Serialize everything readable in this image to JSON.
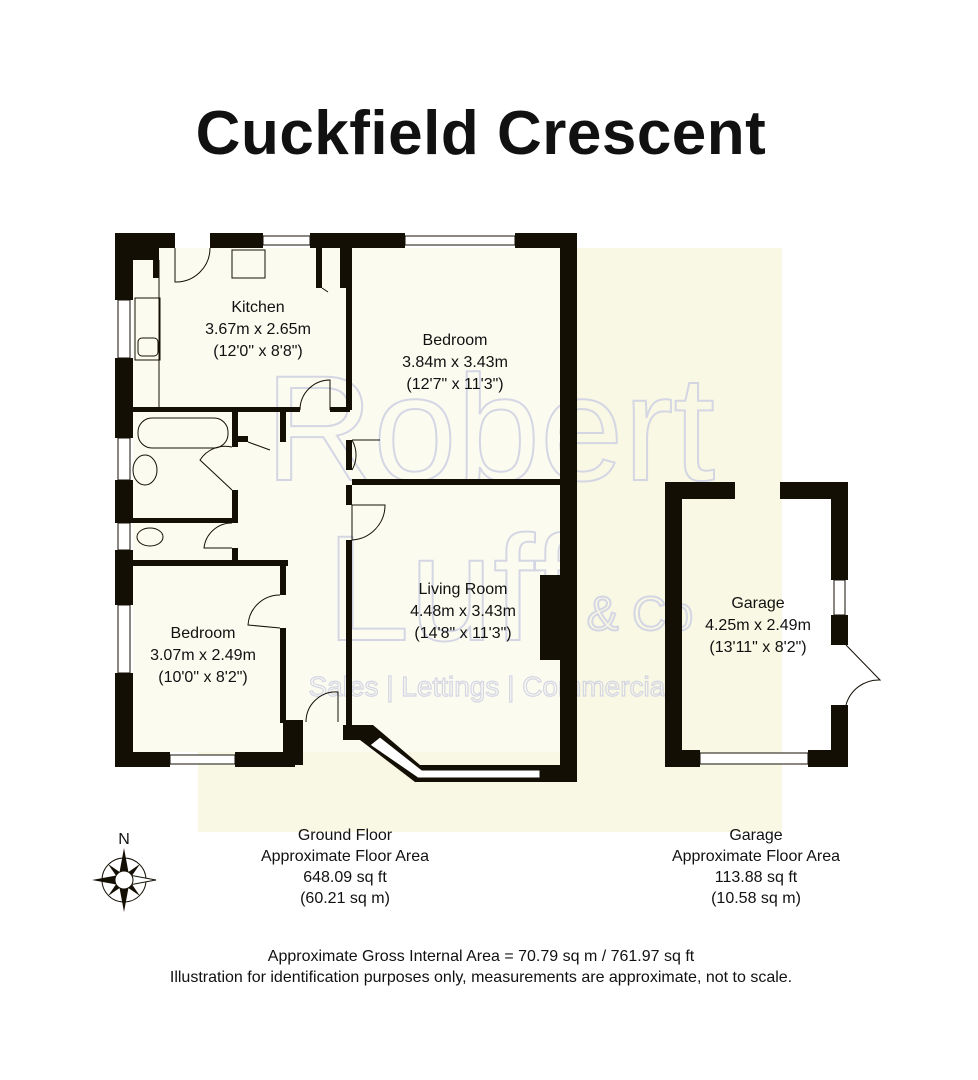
{
  "title": "Cuckfield Crescent",
  "watermark": {
    "line1": "Robert",
    "line2": "Luff",
    "amp": "& Co",
    "tagline": "Sales | Lettings | Commercial"
  },
  "rooms": [
    {
      "name": "Kitchen",
      "metric": "3.67m x 2.65m",
      "imperial": "(12'0\" x 8'8\")"
    },
    {
      "name": "Bedroom",
      "metric": "3.84m x 3.43m",
      "imperial": "(12'7\" x 11'3\")"
    },
    {
      "name": "Living Room",
      "metric": "4.48m x 3.43m",
      "imperial": "(14'8\" x 11'3\")"
    },
    {
      "name": "Bedroom",
      "metric": "3.07m x 2.49m",
      "imperial": "(10'0\" x 8'2\")"
    },
    {
      "name": "Garage",
      "metric": "4.25m x 2.49m",
      "imperial": "(13'11\" x 8'2\")"
    }
  ],
  "compass": {
    "north": "N"
  },
  "ground_floor": {
    "name": "Ground Floor",
    "label": "Approximate Floor Area",
    "sqft": "648.09 sq ft",
    "sqm": "(60.21 sq m)"
  },
  "garage": {
    "name": "Garage",
    "label": "Approximate Floor Area",
    "sqft": "113.88 sq ft",
    "sqm": "(10.58 sq m)"
  },
  "footer": {
    "gross": "Approximate Gross Internal Area = 70.79 sq m / 761.97 sq ft",
    "disclaimer": "Illustration for identification purposes only, measurements are approximate, not to scale."
  },
  "colors": {
    "wall": "#140f05",
    "floor": "#f8f8e4",
    "watermark": "#dcdde8"
  }
}
